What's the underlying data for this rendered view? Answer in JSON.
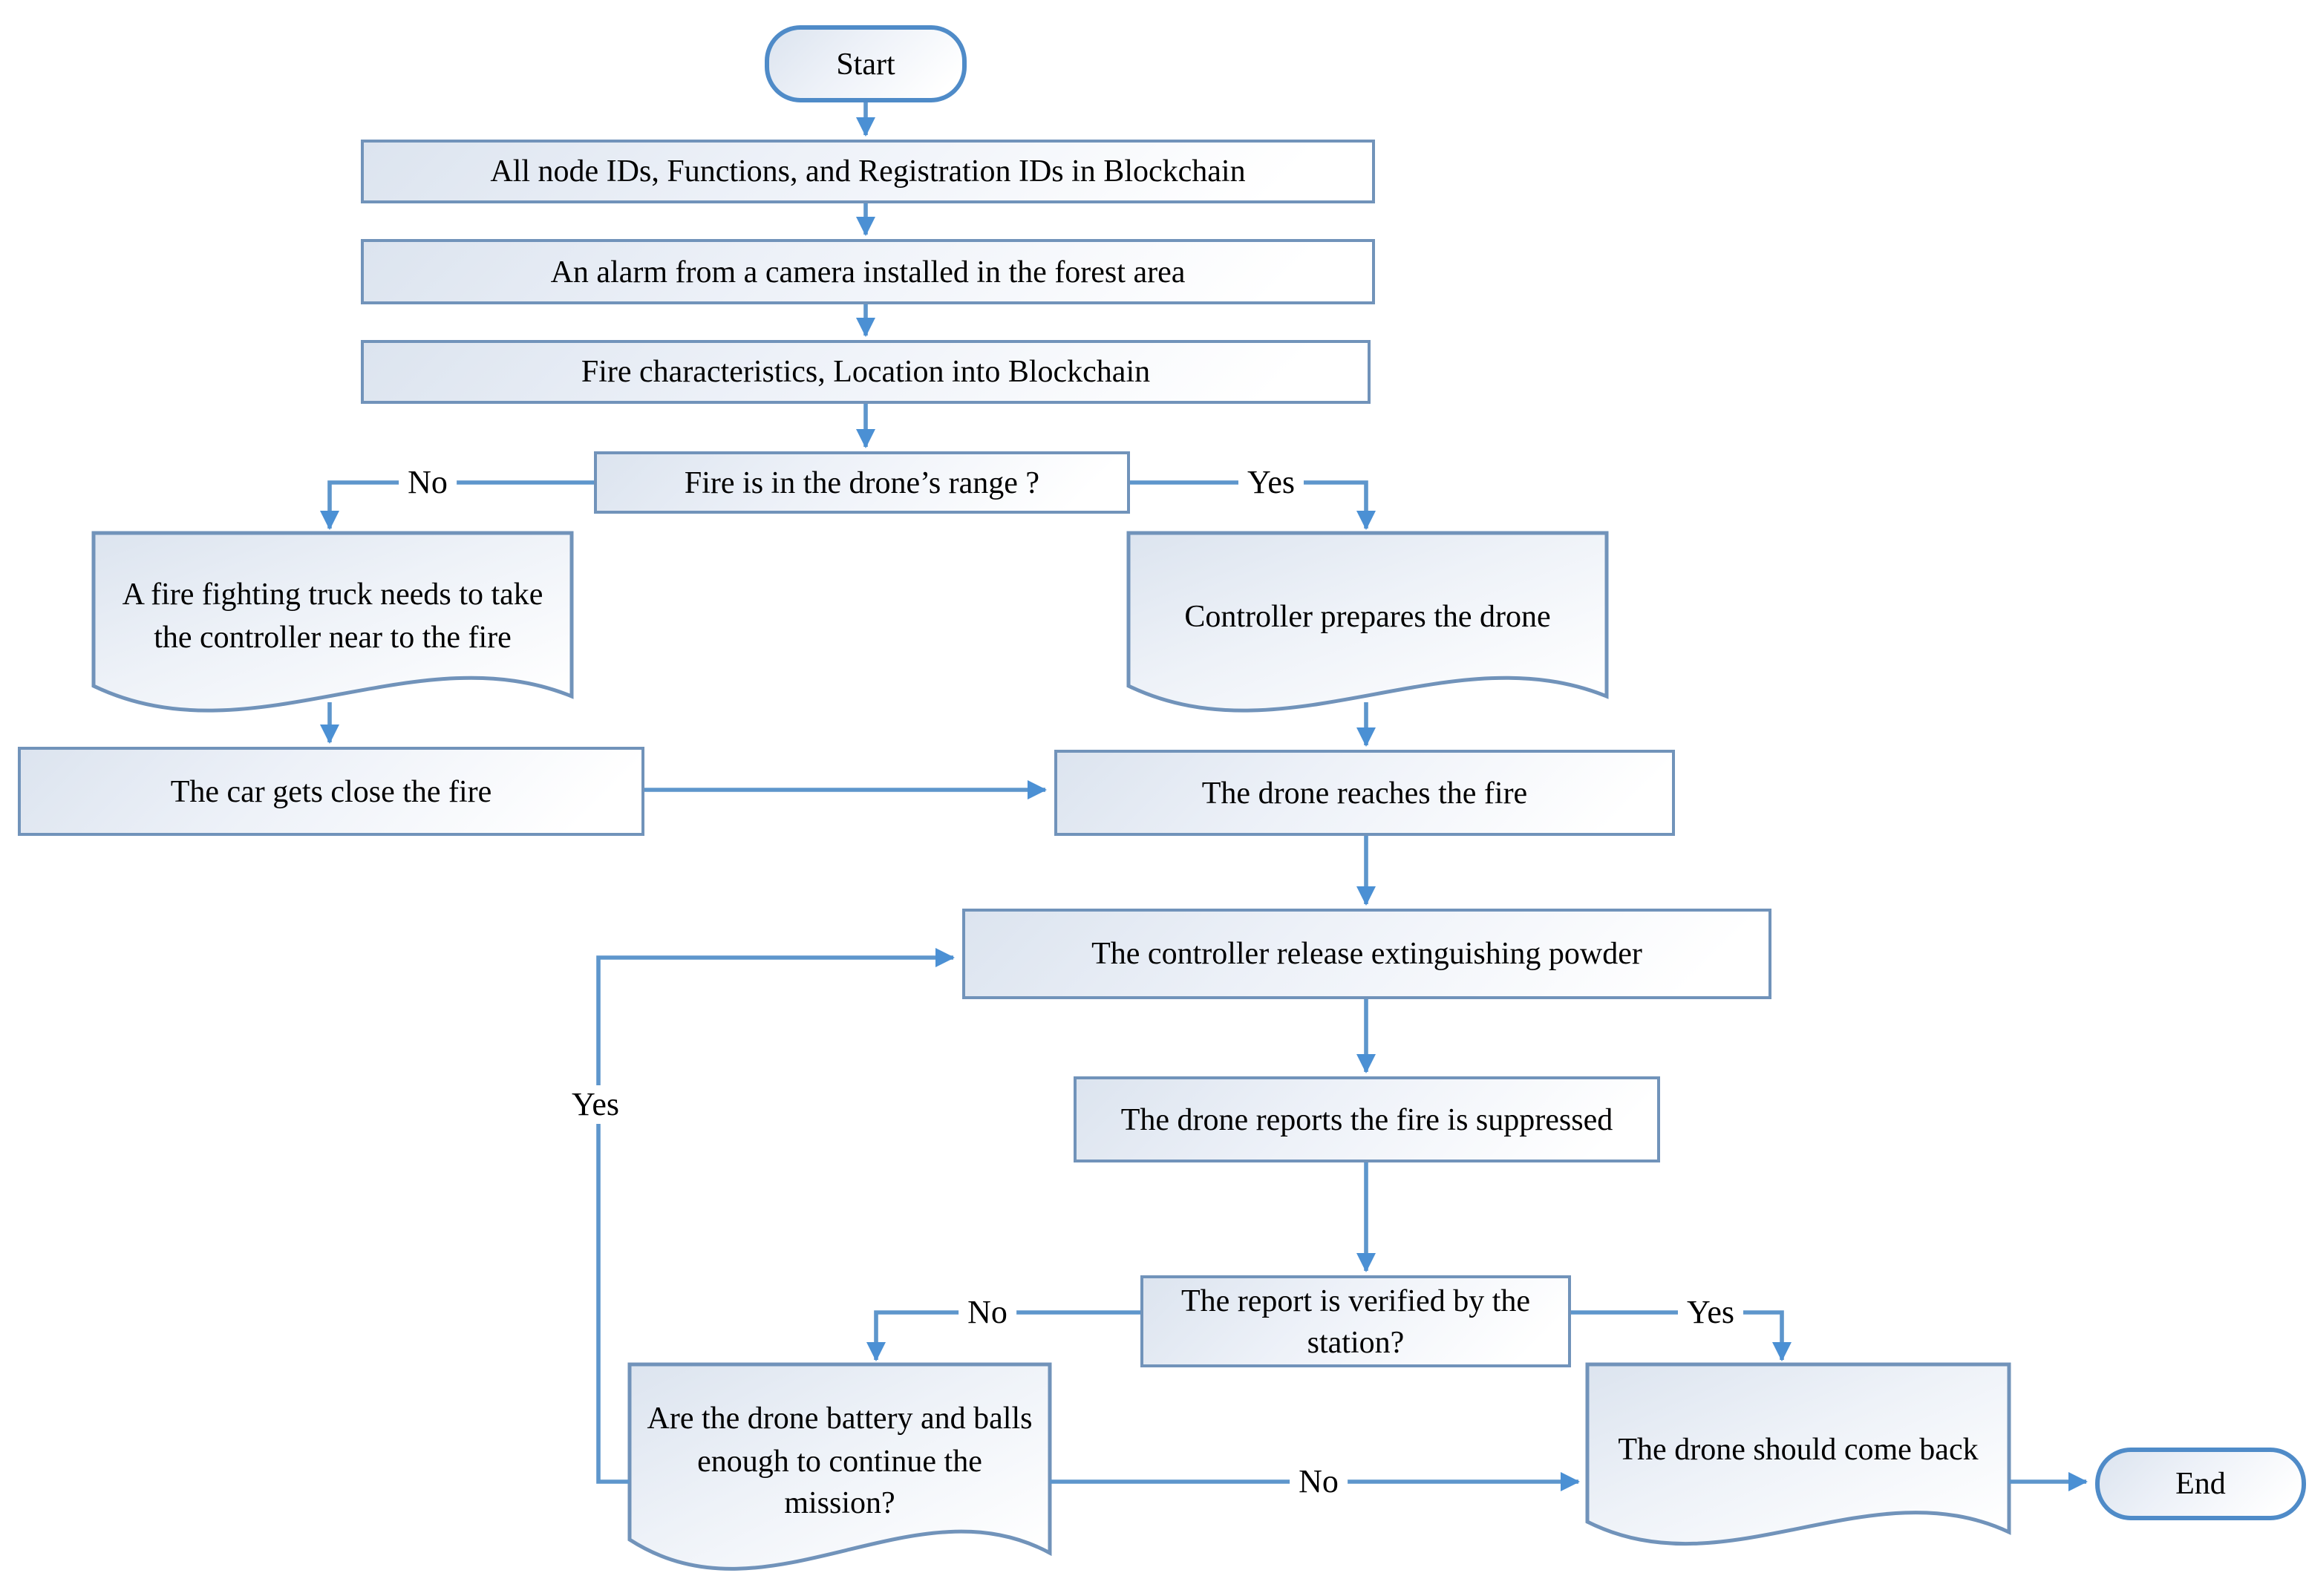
{
  "flowchart": {
    "nodes": {
      "start": "Start",
      "register": "All node IDs, Functions, and Registration IDs in Blockchain",
      "alarm": "An alarm from a camera installed in the forest area",
      "fire_info": "Fire characteristics, Location into Blockchain",
      "range_check": "Fire is in the drone’s range ?",
      "truck": "A fire fighting truck needs to take the controller near to the fire",
      "prepare_drone": "Controller prepares the drone",
      "car_close": "The car gets close the fire",
      "drone_reaches": "The drone reaches the fire",
      "release_powder": "The controller release extinguishing powder",
      "report_suppressed": "The drone reports the fire is suppressed",
      "verify_report": "The report is verified by the station?",
      "battery_check": "Are the drone battery and balls enough to continue the mission?",
      "come_back": "The drone should come back",
      "end": "End"
    },
    "edge_labels": {
      "range_no": "No",
      "range_yes": "Yes",
      "verify_no": "No",
      "verify_yes": "Yes",
      "battery_yes": "Yes",
      "battery_no": "No"
    },
    "colors": {
      "connector": "#5e96cc",
      "arrowhead": "#4b90d4",
      "node_border": "#7193ba",
      "terminal_border": "#4f8bc8",
      "shape_fill_top": "#dce4ef",
      "shape_fill_bottom": "#ffffff",
      "text": "#000000"
    }
  }
}
